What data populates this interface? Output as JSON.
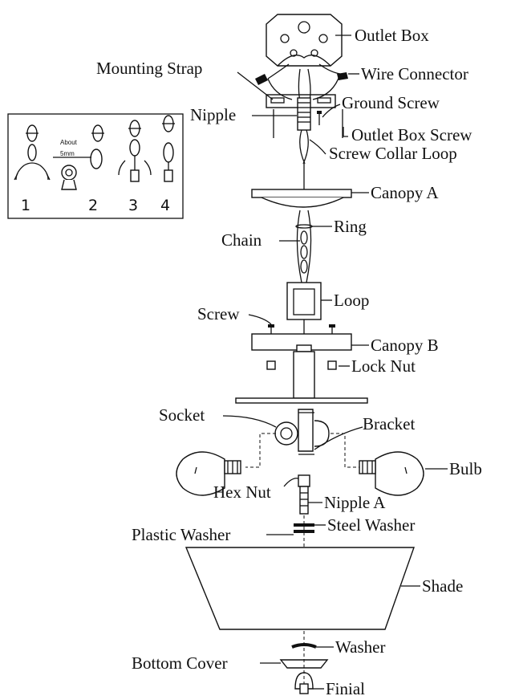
{
  "labels": {
    "outlet_box": "Outlet Box",
    "mounting_strap": "Mounting Strap",
    "wire_connector": "Wire Connector",
    "nipple": "Nipple",
    "ground_screw": "Ground Screw",
    "outlet_box_screw": "Outlet Box Screw",
    "screw_collar_loop": "Screw Collar Loop",
    "canopy_a": "Canopy A",
    "ring": "Ring",
    "chain": "Chain",
    "loop": "Loop",
    "screw": "Screw",
    "canopy_b": "Canopy B",
    "lock_nut": "Lock Nut",
    "socket": "Socket",
    "bracket": "Bracket",
    "bulb": "Bulb",
    "hex_nut": "Hex Nut",
    "nipple_a": "Nipple A",
    "plastic_washer": "Plastic Washer",
    "steel_washer": "Steel Washer",
    "shade": "Shade",
    "washer": "Washer",
    "bottom_cover": "Bottom Cover",
    "finial": "Finial"
  },
  "inset": {
    "about_text": "About",
    "measure_text": "5mm",
    "steps": [
      "1",
      "2",
      "3",
      "4"
    ]
  }
}
